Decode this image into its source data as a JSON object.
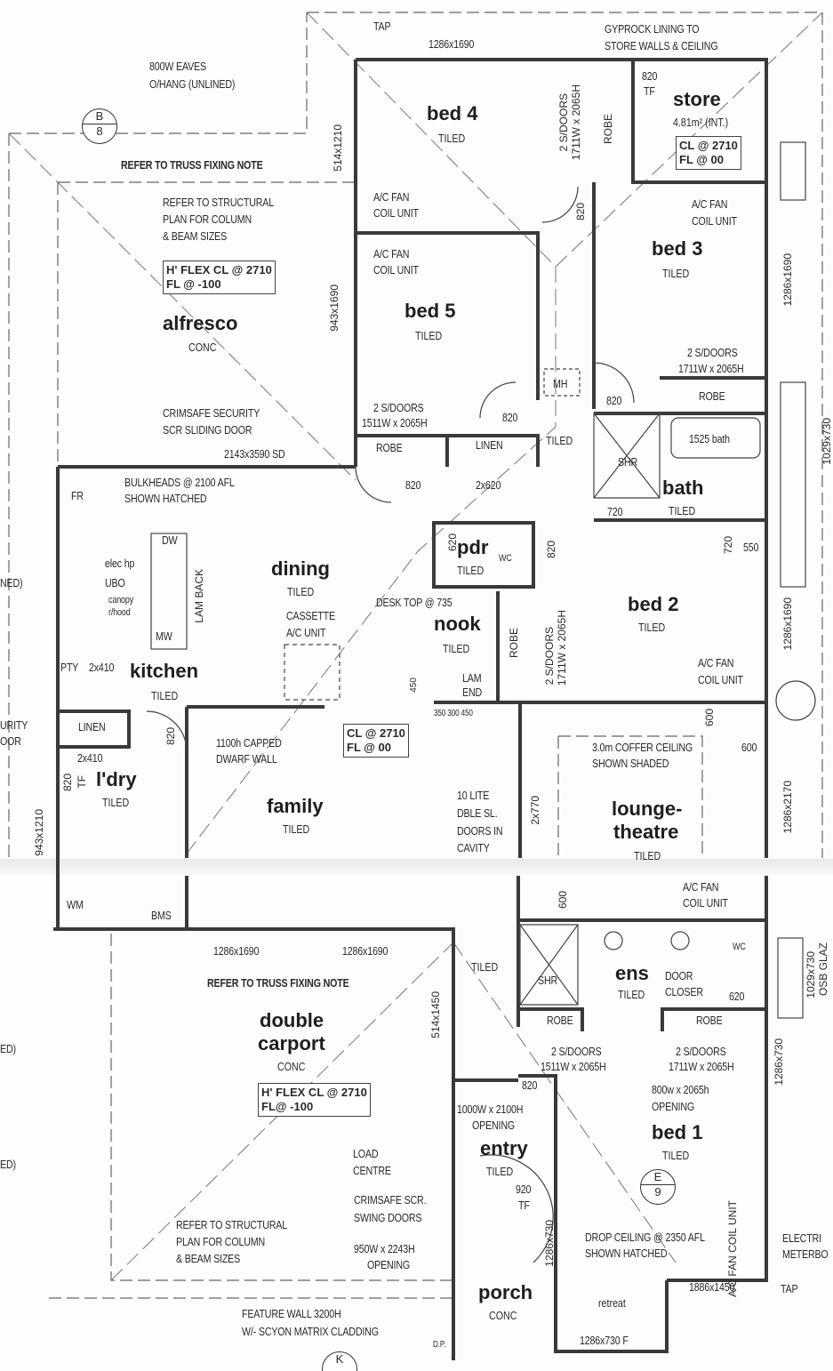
{
  "plan": {
    "rooms": {
      "alfresco": {
        "name": "alfresco",
        "finish": "CONC"
      },
      "bed4": {
        "name": "bed 4",
        "finish": "TILED"
      },
      "store": {
        "name": "store",
        "area": "4.81m² (INT.)"
      },
      "bed3": {
        "name": "bed 3",
        "finish": "TILED"
      },
      "bed5": {
        "name": "bed 5",
        "finish": "TILED"
      },
      "hall": {
        "finish": "TILED"
      },
      "bath": {
        "name": "bath",
        "finish": "TILED"
      },
      "pdr": {
        "name": "pdr",
        "finish": "TILED"
      },
      "dining": {
        "name": "dining",
        "finish": "TILED"
      },
      "nook": {
        "name": "nook",
        "finish": "TILED"
      },
      "bed2": {
        "name": "bed 2",
        "finish": "TILED"
      },
      "kitchen": {
        "name": "kitchen",
        "finish": "TILED"
      },
      "laundry": {
        "name": "l'dry",
        "finish": "TILED"
      },
      "family": {
        "name": "family",
        "finish": "TILED"
      },
      "lounge": {
        "name1": "lounge-",
        "name2": "theatre",
        "finish": "TILED"
      },
      "carport": {
        "name1": "double",
        "name2": "carport",
        "finish": "CONC"
      },
      "ens": {
        "name": "ens",
        "finish": "TILED"
      },
      "ens_hall": {
        "finish": "TILED"
      },
      "bed1": {
        "name": "bed 1",
        "finish": "TILED"
      },
      "entry": {
        "name": "entry",
        "finish": "TILED"
      },
      "porch": {
        "name": "porch",
        "finish": "CONC"
      },
      "retreat": {
        "name": "retreat"
      }
    },
    "boxes": {
      "alfresco_cl": {
        "l1": "H' FLEX CL @ 2710",
        "l2": "FL @ -100"
      },
      "store_cl": {
        "l1": "CL @ 2710",
        "l2": "FL @ 00"
      },
      "family_cl": {
        "l1": "CL @ 2710",
        "l2": "FL @ 00"
      },
      "carport_cl": {
        "l1": "H' FLEX CL @ 2710",
        "l2": "FL@ -100"
      }
    },
    "markers": {
      "section_b": {
        "top": "B",
        "bottom": "8"
      },
      "section_e": {
        "top": "E",
        "bottom": "9"
      },
      "section_k": {
        "top": "K"
      }
    },
    "notes": {
      "tap_top": "TAP",
      "win_top": "1286x1690",
      "gyprock1": "GYPROCK LINING TO",
      "gyprock2": "STORE WALLS & CEILING",
      "eaves1": "800W EAVES",
      "eaves2": "O/HANG (UNLINED)",
      "truss_top": "REFER TO TRUSS FIXING NOTE",
      "struct1": "REFER TO STRUCTURAL",
      "struct2": "PLAN FOR COLUMN",
      "struct3": "& BEAM SIZES",
      "store_door": "820",
      "store_tf": "TF",
      "robe_b4": "ROBE",
      "sdoor_b4_1": "2 S/DOORS",
      "sdoor_b4_2": "1711W x 2065H",
      "acfan_b4_1": "A/C FAN",
      "acfan_b4_2": "COIL UNIT",
      "acfan_b5_1": "A/C FAN",
      "acfan_b5_2": "COIL UNIT",
      "acfan_b3_1": "A/C FAN",
      "acfan_b3_2": "COIL UNIT",
      "win_514x1210": "514x1210",
      "win_943x1690": "943x1690",
      "win_b3": "1286x1690",
      "door_820_hall": "820",
      "mh": "MH",
      "sdoor_b3_1": "2 S/DOORS",
      "sdoor_b3_2": "1711W x 2065H",
      "door_820_b3": "820",
      "robe_b3": "ROBE",
      "sdoor_b5_1": "2 S/DOORS",
      "sdoor_b5_2": "1511W x 2065H",
      "door_820_b5": "820",
      "robe_b5": "ROBE",
      "linen_hall": "LINEN",
      "shr_bath": "SHR",
      "bath_tub": "1525 bath",
      "crimsafe1": "CRIMSAFE SECURITY",
      "crimsafe2": "SCR SLIDING DOOR",
      "sd_2143": "2143x3590 SD",
      "fr": "FR",
      "bulk1": "BULKHEADS @ 2100 AFL",
      "bulk2": "SHOWN HATCHED",
      "door_820_dining": "820",
      "door_2x620": "2x620",
      "door_720_bath": "720",
      "door_820_pdr": "820",
      "door_620_pdr": "620",
      "wc_pdr": "WC",
      "door_720_bed2": "720",
      "dim_550": "550",
      "dw": "DW",
      "elec_hp": "elec hp",
      "ubo": "UBO",
      "canopy": "canopy",
      "rhood": "r/hood",
      "lam_back": "LAM BACK",
      "mw": "MW",
      "cassette1": "CASSETTE",
      "cassette2": "A/C UNIT",
      "desk_top": "DESK TOP @ 735",
      "robe_b2": "ROBE",
      "sdoor_b2": "2 S/DOORS",
      "sdoor_b2_2": "1711W x 2065H",
      "acfan_b2_1": "A/C FAN",
      "acfan_b2_2": "COIL UNIT",
      "win_b2": "1286x1690",
      "pty": "PTY",
      "pty_door": "2x410",
      "dim_450v": "450",
      "lam_end1": "LAM",
      "lam_end2": "END",
      "dims_nook": "350 300 450",
      "dim_600v": "600",
      "dim_600h": "600",
      "linen_kitchen": "LINEN",
      "security_cut1": "URITY",
      "security_cut2": "OOR",
      "door_820_kitchen": "820",
      "dwarf1": "1100h CAPPED",
      "dwarf2": "DWARF WALL",
      "coffer1": "3.0m COFFER CEILING",
      "coffer2": "SHOWN SHADED",
      "ldry_door": "2x410",
      "ldry_820": "820",
      "ldry_tf": "TF",
      "lite1": "10 LITE",
      "lite2": "DBLE SL.",
      "lite3": "DOORS IN",
      "lite4": "CAVITY",
      "door_2x770": "2x770",
      "win_lounge": "1286x2170",
      "win_ldry": "943x1210",
      "ned_cut": "NED)",
      "win_bath": "1029x730",
      "acfan_ens_1": "A/C FAN",
      "acfan_ens_2": "COIL UNIT",
      "dim_600_ens": "600",
      "wm": "WM",
      "bms": "BMS",
      "win_cp1": "1286x1690",
      "win_cp2": "1286x1690",
      "truss_cp": "REFER TO TRUSS FIXING NOTE",
      "win_514x1450": "514x1450",
      "shr_ens": "SHR",
      "door_closer1": "DOOR",
      "door_closer2": "CLOSER",
      "door_620_ens": "620",
      "wc_ens": "WC",
      "win_ens": "1029x730",
      "osb": "OSB GLAZ",
      "robe_ens1": "ROBE",
      "robe_ens2": "ROBE",
      "sdoor_ens1_1": "2 S/DOORS",
      "sdoor_ens1_2": "1511W x 2065H",
      "sdoor_ens2_1": "2 S/DOORS",
      "sdoor_ens2_2": "1711W x 2065H",
      "win_b1": "1286x730",
      "door_820_b1": "820",
      "opening_b1_1": "800w x 2065h",
      "opening_b1_2": "OPENING",
      "opening_entry1": "1000W x 2100H",
      "opening_entry2": "OPENING",
      "ed_cut1": "ED)",
      "ed_cut2": "ED)",
      "load1": "LOAD",
      "load2": "CENTRE",
      "door_920": "920",
      "door_920_tf": "TF",
      "crim_swing1": "CRIMSAFE SCR.",
      "crim_swing2": "SWING DOORS",
      "struct_cp1": "REFER TO STRUCTURAL",
      "struct_cp2": "PLAN FOR COLUMN",
      "struct_cp3": "& BEAM SIZES",
      "opening_porch1": "950W x 2243H",
      "opening_porch2": "OPENING",
      "drop1": "DROP CEILING @ 2350 AFL",
      "drop2": "SHOWN HATCHED",
      "acfan_b1": "A/C FAN COIL UNIT",
      "meter1": "ELECTRI",
      "meter2": "METERBO",
      "win_porch": "1286x730",
      "win_1886": "1886x1450",
      "tap_bottom": "TAP",
      "feature1": "FEATURE WALL 3200H",
      "feature2": "W/- SCYON MATRIX CLADDING",
      "win_retreat": "1286x730 F",
      "dp": "D.P."
    }
  }
}
